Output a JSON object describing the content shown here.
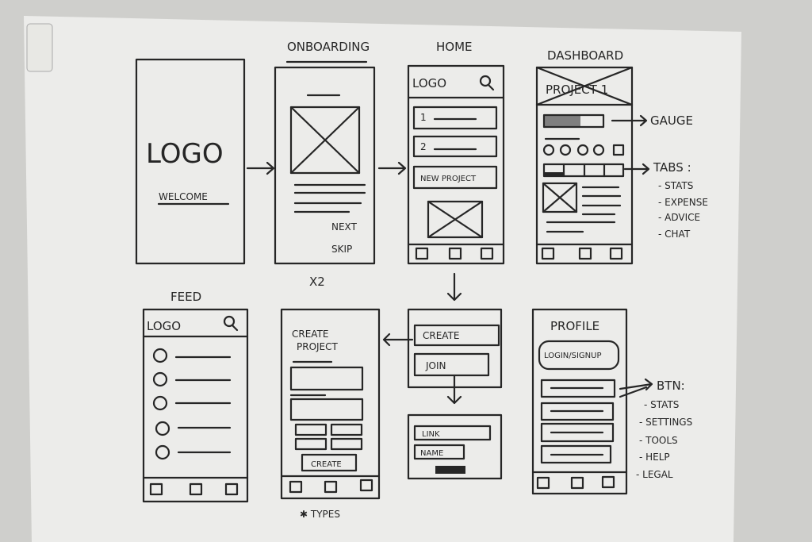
{
  "colors": {
    "wall": "#cfcfcc",
    "board": "#ececea",
    "marker": "#262626"
  },
  "screens": {
    "splash": {
      "logo": "LOGO",
      "welcome": "WELCOME"
    },
    "onboarding": {
      "title": "ONBOARDING",
      "next": "NEXT",
      "skip": "SKIP",
      "repeat": "X2"
    },
    "home": {
      "title": "HOME",
      "logo": "LOGO",
      "item1": "1",
      "item2": "2",
      "new_project": "NEW PROJECT"
    },
    "dashboard": {
      "title": "DASHBOARD",
      "header": "PROJECT 1",
      "gauge_label": "GAUGE",
      "tabs_label": "TABS :",
      "tabs": [
        "- STATS",
        "- EXPENSE",
        "- ADVICE",
        "- CHAT"
      ]
    },
    "feed": {
      "title": "FEED",
      "logo": "LOGO"
    },
    "create_project": {
      "title_line1": "CREATE",
      "title_line2": "PROJECT",
      "button": "CREATE",
      "note": "✱ TYPES"
    },
    "create_join": {
      "create": "CREATE",
      "join": "JOIN"
    },
    "join_form": {
      "link": "LINK",
      "name": "NAME"
    },
    "profile": {
      "title": "PROFILE",
      "login": "LOGIN/SIGNUP",
      "btn_label": "BTN:",
      "buttons": [
        "- STATS",
        "- SETTINGS",
        "- TOOLS",
        "- HELP",
        "- LEGAL"
      ]
    }
  }
}
